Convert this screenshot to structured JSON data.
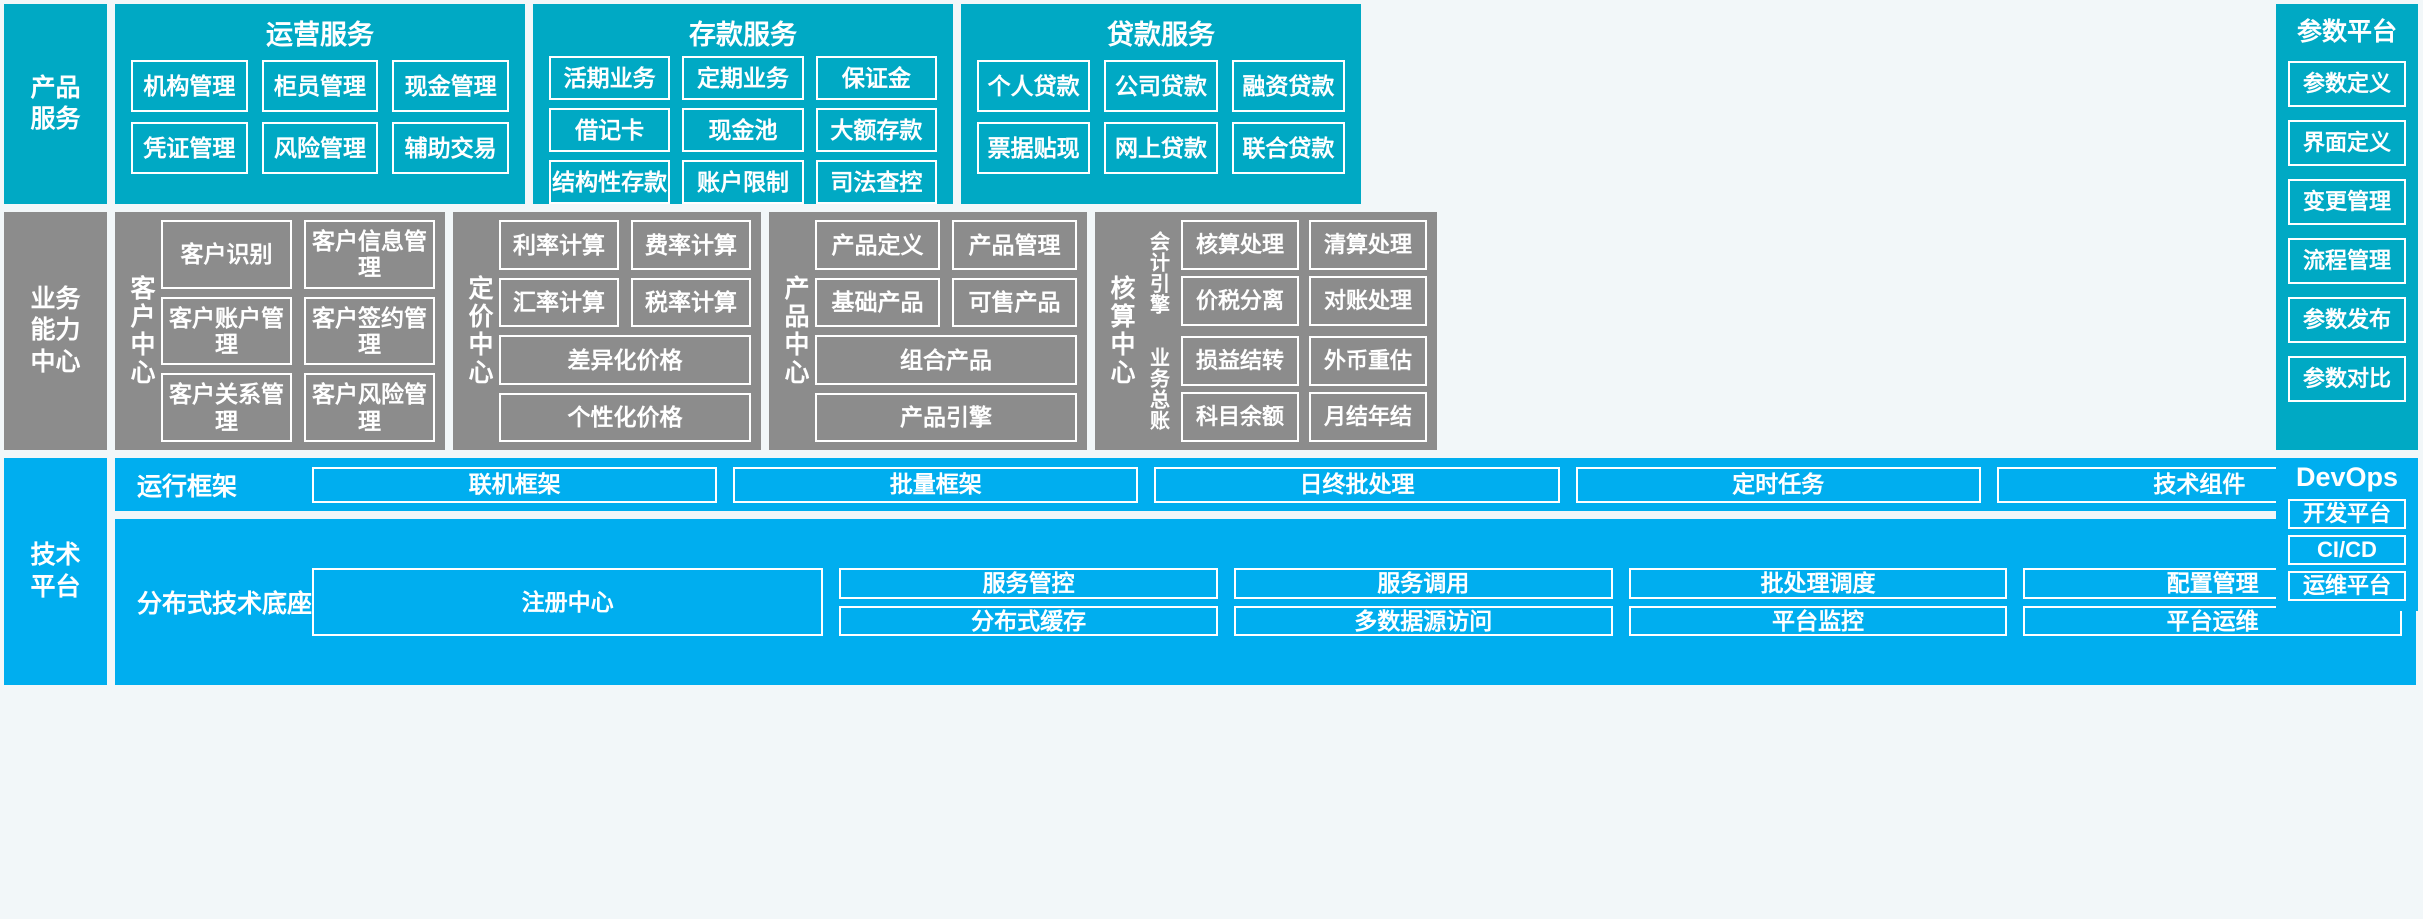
{
  "colors": {
    "teal": "#00a9c4",
    "gray": "#8c8c8c",
    "blue": "#00aeef",
    "border": "#ffffff"
  },
  "top": {
    "side_label": "产品\n服务",
    "panels": [
      {
        "title": "运营服务",
        "items": [
          "机构管理",
          "柜员管理",
          "现金管理",
          "凭证管理",
          "风险管理",
          "辅助交易"
        ]
      },
      {
        "title": "存款服务",
        "items": [
          "活期业务",
          "定期业务",
          "保证金",
          "借记卡",
          "现金池",
          "大额存款",
          "结构性存款",
          "账户限制",
          "司法查控"
        ]
      },
      {
        "title": "贷款服务",
        "items": [
          "个人贷款",
          "公司贷款",
          "融资贷款",
          "票据贴现",
          "网上贷款",
          "联合贷款"
        ]
      }
    ]
  },
  "param_platform": {
    "title": "参数平台",
    "items": [
      "参数定义",
      "界面定义",
      "变更管理",
      "流程管理",
      "参数发布",
      "参数对比"
    ]
  },
  "devops": {
    "title": "DevOps",
    "items": [
      "开发平台",
      "CI/CD",
      "运维平台"
    ]
  },
  "middle": {
    "side_label": "业务\n能力\n中心",
    "panels": [
      {
        "vlabel": "客户中心",
        "items": [
          "客户识别",
          "客户信息管理",
          "客户账户管理",
          "客户签约管理",
          "客户关系管理",
          "客户风险管理"
        ]
      },
      {
        "vlabel": "定价中心",
        "items": [
          "利率计算",
          "费率计算",
          "汇率计算",
          "税率计算"
        ],
        "wide": [
          "差异化价格",
          "个性化价格"
        ]
      },
      {
        "vlabel": "产品中心",
        "items": [
          "产品定义",
          "产品管理",
          "基础产品",
          "可售产品"
        ],
        "wide": [
          "组合产品",
          "产品引擎"
        ]
      },
      {
        "vlabel": "核算中心",
        "subgroups": [
          {
            "vlabel": "会计引擎",
            "items": [
              "核算处理",
              "清算处理",
              "价税分离",
              "对账处理"
            ]
          },
          {
            "vlabel": "业务总账",
            "items": [
              "损益结转",
              "外币重估",
              "科目余额",
              "月结年结"
            ]
          }
        ]
      }
    ]
  },
  "bottom": {
    "side_label": "技术\n平台",
    "rows": [
      {
        "label": "运行框架",
        "items": [
          "联机框架",
          "批量框架",
          "日终批处理",
          "定时任务",
          "技术组件"
        ]
      },
      {
        "label": "分布式技术底座",
        "register": "注册中心",
        "items": [
          "服务管控",
          "服务调用",
          "批处理调度",
          "配置管理",
          "分布式缓存",
          "多数据源访问",
          "平台监控",
          "平台运维"
        ]
      }
    ]
  }
}
